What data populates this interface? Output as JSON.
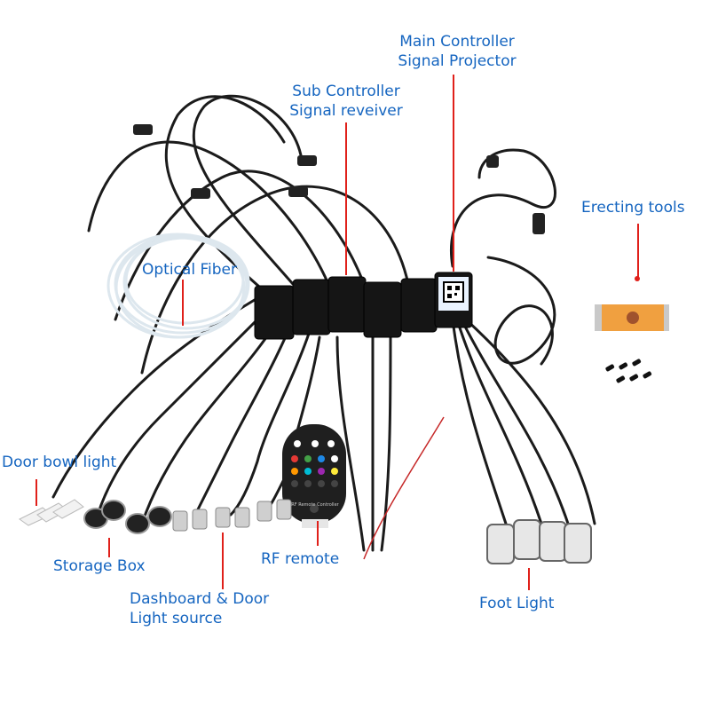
{
  "labels": {
    "main_controller_line1": "Main Controller",
    "main_controller_line2": "Signal Projector",
    "sub_controller_line1": "Sub Controller",
    "sub_controller_line2": "Signal reveiver",
    "erecting_tools": "Erecting tools",
    "optical_fiber": "Optical Fiber",
    "door_bowl_light": "Door bowl light",
    "storage_box": "Storage Box",
    "rf_remote": "RF remote",
    "dashboard_line1": "Dashboard & Door",
    "dashboard_line2": "Light source",
    "foot_light": "Foot Light"
  },
  "remote": {
    "brand_text": "RF Remote Controller"
  },
  "colors": {
    "label_blue": "#1565c0",
    "pointer_red": "#e0201a",
    "cable_black": "#1b1b1b",
    "box_orange": "#f0a040"
  }
}
